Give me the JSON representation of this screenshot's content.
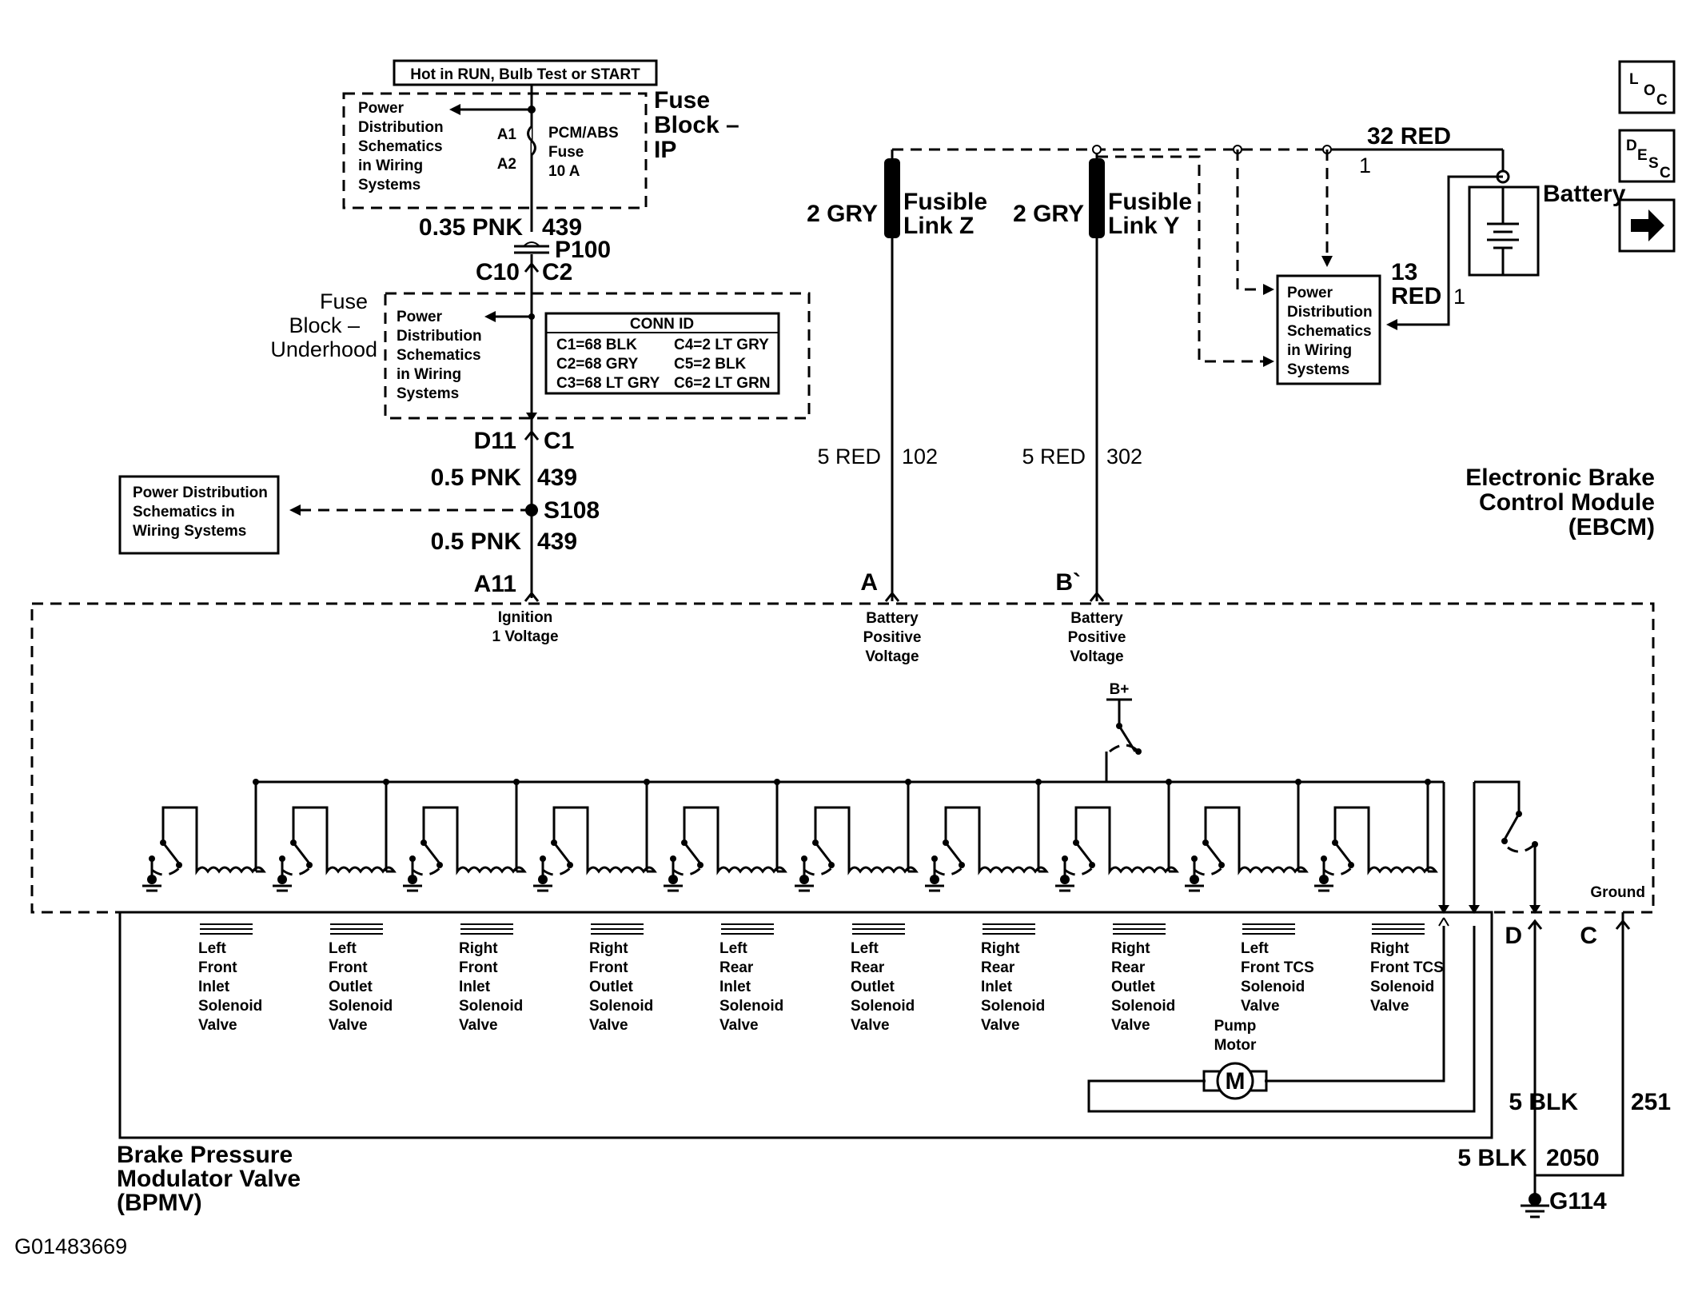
{
  "header_note": "Hot in RUN, Bulb Test or START",
  "fuse_block_ip": {
    "title_lines": [
      "Fuse",
      "Block –",
      "IP"
    ],
    "pd_lines": [
      "Power",
      "Distribution",
      "Schematics",
      "in Wiring",
      "Systems"
    ],
    "pin_top": "A1",
    "pin_bottom": "A2",
    "fuse_lines": [
      "PCM/ABS",
      "Fuse",
      "10 A"
    ]
  },
  "wire_439_upper": {
    "size": "0.35 PNK",
    "circuit": "439"
  },
  "connector_p100": {
    "name": "P100",
    "left": "C10",
    "right": "C2"
  },
  "fuse_block_underhood": {
    "title_lines": [
      "Fuse",
      "Block –",
      "Underhood"
    ],
    "pd_lines": [
      "Power",
      "Distribution",
      "Schematics",
      "in Wiring",
      "Systems"
    ],
    "conn_id_title": "CONN ID",
    "conn_id_rows": [
      [
        "C1=68 BLK",
        "C4=2 LT GRY"
      ],
      [
        "C2=68 GRY",
        "C5=2 BLK"
      ],
      [
        "C3=68 LT GRY",
        "C6=2 LT GRN"
      ]
    ],
    "pin_left": "D11",
    "pin_right": "C1"
  },
  "wire_439_mid": {
    "size": "0.5 PNK",
    "circuit": "439"
  },
  "splice": {
    "name": "S108",
    "pd_lines": [
      "Power Distribution",
      "Schematics in",
      "Wiring Systems"
    ]
  },
  "wire_439_low": {
    "size": "0.5 PNK",
    "circuit": "439"
  },
  "pin_a11": {
    "pin": "A11",
    "label_lines": [
      "Ignition",
      "1 Voltage"
    ]
  },
  "fusible_link_z": {
    "wire": "2 GRY",
    "label_lines": [
      "Fusible",
      "Link Z"
    ],
    "wire_lower": "5 RED",
    "circuit": "102",
    "pin": "A",
    "label_lines_ebcm": [
      "Battery",
      "Positive",
      "Voltage"
    ]
  },
  "fusible_link_y": {
    "wire": "2 GRY",
    "label_lines": [
      "Fusible",
      "Link Y"
    ],
    "wire_lower": "5 RED",
    "circuit": "302",
    "pin": "B`",
    "label_lines_ebcm": [
      "Battery",
      "Positive",
      "Voltage"
    ]
  },
  "battery": {
    "label": "Battery",
    "wire_top": "32 RED",
    "pin_top": "1",
    "wire_side_lines": [
      "13",
      "RED"
    ],
    "pin_side": "1"
  },
  "battery_pd_lines": [
    "Power",
    "Distribution",
    "Schematics",
    "in Wiring",
    "Systems"
  ],
  "nav_icons": [
    {
      "name": "loc-icon",
      "letters": [
        "L",
        "O",
        "C"
      ]
    },
    {
      "name": "desc-icon",
      "letters": [
        "D",
        "E",
        "S",
        "C"
      ]
    },
    {
      "name": "next-arrow-icon",
      "glyph": "➡"
    }
  ],
  "ebcm_title_lines": [
    "Electronic Brake",
    "Control Module",
    "(EBCM)"
  ],
  "b_plus": "B+",
  "ground_label": "Ground",
  "valves": [
    {
      "lines": [
        "Left",
        "Front",
        "Inlet",
        "Solenoid",
        "Valve"
      ]
    },
    {
      "lines": [
        "Left",
        "Front",
        "Outlet",
        "Solenoid",
        "Valve"
      ]
    },
    {
      "lines": [
        "Right",
        "Front",
        "Inlet",
        "Solenoid",
        "Valve"
      ]
    },
    {
      "lines": [
        "Right",
        "Front",
        "Outlet",
        "Solenoid",
        "Valve"
      ]
    },
    {
      "lines": [
        "Left",
        "Rear",
        "Inlet",
        "Solenoid",
        "Valve"
      ]
    },
    {
      "lines": [
        "Left",
        "Rear",
        "Outlet",
        "Solenoid",
        "Valve"
      ]
    },
    {
      "lines": [
        "Right",
        "Rear",
        "Inlet",
        "Solenoid",
        "Valve"
      ]
    },
    {
      "lines": [
        "Right",
        "Rear",
        "Outlet",
        "Solenoid",
        "Valve"
      ]
    },
    {
      "lines": [
        "Left",
        "Front TCS",
        "Solenoid",
        "Valve"
      ]
    },
    {
      "lines": [
        "Right",
        "Front TCS",
        "Solenoid",
        "Valve"
      ]
    }
  ],
  "pump_motor": {
    "label_lines": [
      "Pump",
      "Motor"
    ],
    "symbol": "M"
  },
  "pin_d": "D",
  "pin_c": "C",
  "bpmv_title_lines": [
    "Brake Pressure",
    "Modulator Valve",
    "(BPMV)"
  ],
  "ground_wire_1": {
    "size": "5 BLK",
    "circuit": "2050"
  },
  "ground_wire_2": {
    "size": "5 BLK",
    "circuit": "251"
  },
  "ground_point": "G114",
  "figure_id": "G01483669"
}
